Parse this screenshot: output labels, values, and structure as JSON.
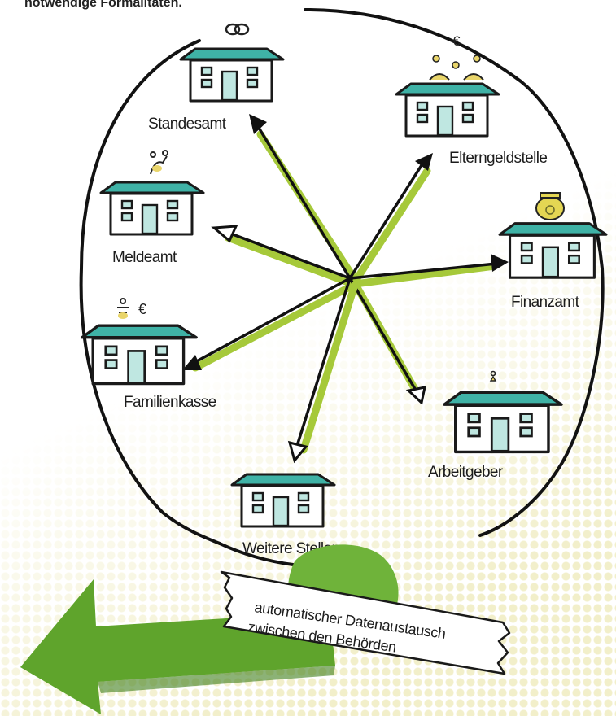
{
  "header_text": "notwendige Formalitäten.",
  "center": "central-hub",
  "offices": [
    {
      "id": "standesamt",
      "label": "Standesamt",
      "symbol": "wedding-rings-icon",
      "arrow": "solid"
    },
    {
      "id": "elterngeldstelle",
      "label": "Elterngeldstelle",
      "symbol": "euro-coins-icon",
      "symbol_text": "€",
      "arrow": "solid"
    },
    {
      "id": "meldeamt",
      "label": "Meldeamt",
      "symbol": "family-icon",
      "arrow": "outline"
    },
    {
      "id": "finanzamt",
      "label": "Finanzamt",
      "symbol": "money-jar-icon",
      "arrow": "solid"
    },
    {
      "id": "familienkasse",
      "label": "Familienkasse",
      "symbol": "family-euro-icon",
      "symbol_text": "€",
      "arrow": "solid"
    },
    {
      "id": "arbeitgeber",
      "label": "Arbeitgeber",
      "symbol": "person-icon",
      "arrow": "outline"
    },
    {
      "id": "weitere",
      "label": "Weitere Stellen",
      "symbol": "none",
      "arrow": "outline"
    }
  ],
  "banner": {
    "line1": "automatischer Datenaustausch",
    "line2": "zwischen den Behörden"
  },
  "colors": {
    "roof": "#3fb2a6",
    "window": "#bfe7e1",
    "accent_green": "#a6c93a",
    "big_arrow": "#5fa42c",
    "dots": "#ede9b8"
  }
}
